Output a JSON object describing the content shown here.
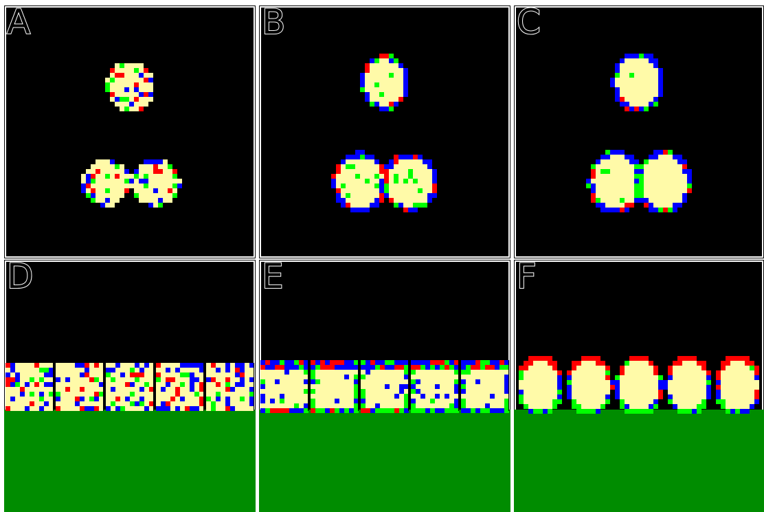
{
  "figure": {
    "panels": [
      {
        "label": "A"
      },
      {
        "label": "B"
      },
      {
        "label": "C"
      },
      {
        "label": "D"
      },
      {
        "label": "E"
      },
      {
        "label": "F"
      }
    ]
  },
  "colors": {
    "background": "#000000",
    "cell_interior": "#fffaa8",
    "blue": "#0000ff",
    "red": "#ff0000",
    "green": "#00ff00",
    "substrate": "#008c00",
    "border": "#ffffff"
  }
}
